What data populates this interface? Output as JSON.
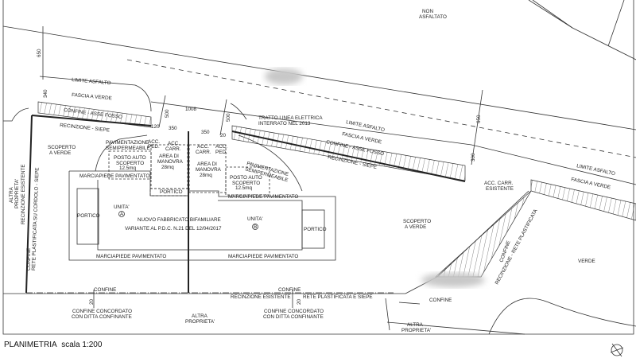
{
  "title": {
    "name": "PLANIMETRIA",
    "scale": "scala 1:200"
  },
  "labels": {
    "non_asfaltato_1": "NON",
    "non_asfaltato_2": "ASFALTATO",
    "limite_asfalto": "LIMITE ASFALTO",
    "fascia_verde": "FASCIA A VERDE",
    "confine_asse_fosso": "CONFINE - ASSE FOSSO",
    "recinzione_siepe": "RECINZIONE - SIEPE",
    "tratto_linea_1": "TRATTO LINEA ELETTRICA",
    "tratto_linea_2": "INTERRATO NEL 2013",
    "scoperto_1": "SCOPERTO",
    "a_verde": "A VERDE",
    "pav_semiperm_1": "PAVIMENTAZIONE",
    "pav_semiperm_2": "SEMIPERMEABILE",
    "posto_auto_1": "POSTO AUTO",
    "posto_auto_2": "SCOPERTO",
    "posto_auto_3": "12.5mq",
    "acc_carr_1": "ACC.",
    "acc_carr_2": "CARR.",
    "acc_ped_2": "PED.",
    "area_manovra_1": "AREA DI",
    "area_manovra_2": "MANOVRA",
    "area_manovra_3": "28mq",
    "marciapiede": "MARCIAPIEDE PAVIMENTATO",
    "portico": "PORTICO",
    "unita": "UNITA'",
    "unita_a": "A",
    "unita_b": "B",
    "fabbricato_1": "NUOVO FABBRICATO BIFAMILIARE",
    "fabbricato_2": "VARIANTE AL P.D.C. N.21 DEL 12/04/2017",
    "acc_carr_esistente_1": "ACC. CARR.",
    "acc_carr_esistente_2": "ESISTENTE",
    "verde": "VERDE",
    "confine": "CONFINE",
    "recinzione_esistente": "RECINZIONE ESISTENTE",
    "rete_plastificata_siepe": "RETE PLASTIFICATA E SIEPE",
    "confine_concordato_1": "CONFINE CONCORDATO",
    "confine_concordato_2": "CON DITTA CONFINANTE",
    "altra_1": "ALTRA",
    "altra_2": "PROPRIETA'",
    "left_recinzione": "RECINZIONE ESISTENTE",
    "left_rete": "RETE PLASTIFICATA SU CORDOLO - SIEPE",
    "right_confine": "CONFINE",
    "right_recinzione": "RECINZIONE - RETE PLASTIFICATA"
  },
  "dimensions": {
    "d650a": "650",
    "d340": "340",
    "d500a": "500",
    "d1008": "1008",
    "d500b": "500",
    "d120": "120",
    "d350a": "350",
    "d350b": "350",
    "d20": "20",
    "d650b": "650",
    "d300": "300",
    "d20b": "20",
    "d20c": "20"
  },
  "north_icon": "north-arrow-icon"
}
